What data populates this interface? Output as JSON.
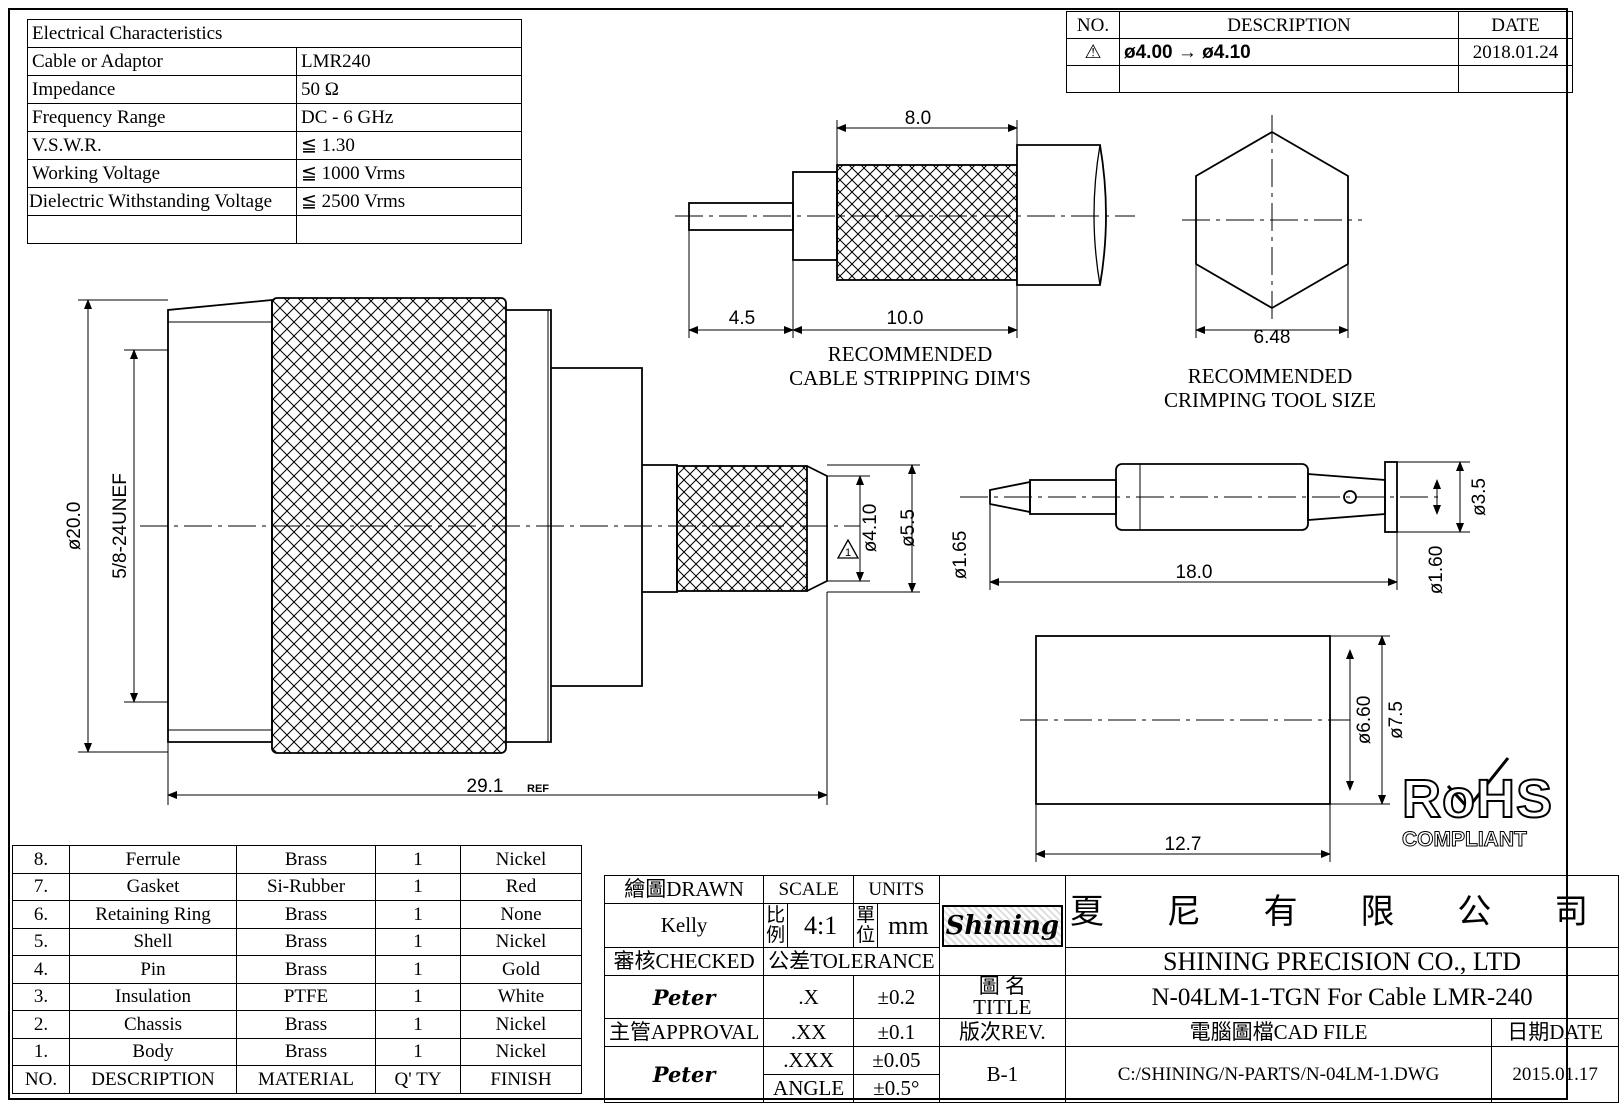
{
  "electrical": {
    "title": "Electrical Characteristics",
    "rows": [
      {
        "label": "Cable or Adaptor",
        "value": "LMR240"
      },
      {
        "label": "Impedance",
        "value": "50 Ω"
      },
      {
        "label": "Frequency Range",
        "value": "DC - 6 GHz"
      },
      {
        "label": "V.S.W.R.",
        "value": "≦ 1.30"
      },
      {
        "label": "Working Voltage",
        "value": "≦ 1000 Vrms"
      },
      {
        "label": "Dielectric Withstanding Voltage",
        "value": "≦ 2500 Vrms"
      }
    ]
  },
  "revision": {
    "headers": {
      "no": "NO.",
      "description": "DESCRIPTION",
      "date": "DATE"
    },
    "entry": {
      "symbol": "⚠",
      "description": "ø4.00 → ø4.10",
      "date": "2018.01.24"
    }
  },
  "dimensions": {
    "stripping": {
      "d1": "8.0",
      "d2": "4.5",
      "d3": "10.0"
    },
    "hex": "6.48",
    "main_dia": "ø20.0",
    "thread": "5/8-24UNEF",
    "length": "29.1",
    "length_note": "REF",
    "ferrule_inner": "ø4.10",
    "ferrule_outer": "ø5.5",
    "pin_tip": "ø1.65",
    "pin_length": "18.0",
    "pin_shoulder": "ø3.5",
    "pin_flange": "ø1.60",
    "crimp_inner": "ø6.60",
    "crimp_outer": "ø7.5",
    "crimp_length": "12.7",
    "rev_mark": "1"
  },
  "labels": {
    "stripping": [
      "RECOMMENDED",
      "CABLE STRIPPING DIM'S"
    ],
    "crimping": [
      "RECOMMENDED",
      "CRIMPING TOOL SIZE"
    ]
  },
  "rohs": {
    "mark": "RoHS",
    "sub": "COMPLIANT"
  },
  "bom": {
    "headers": {
      "no": "NO.",
      "description": "DESCRIPTION",
      "material": "MATERIAL",
      "qty": "Q' TY",
      "finish": "FINISH"
    },
    "rows": [
      {
        "no": "8.",
        "description": "Ferrule",
        "material": "Brass",
        "qty": "1",
        "finish": "Nickel"
      },
      {
        "no": "7.",
        "description": "Gasket",
        "material": "Si-Rubber",
        "qty": "1",
        "finish": "Red"
      },
      {
        "no": "6.",
        "description": "Retaining Ring",
        "material": "Brass",
        "qty": "1",
        "finish": "None"
      },
      {
        "no": "5.",
        "description": "Shell",
        "material": "Brass",
        "qty": "1",
        "finish": "Nickel"
      },
      {
        "no": "4.",
        "description": "Pin",
        "material": "Brass",
        "qty": "1",
        "finish": "Gold"
      },
      {
        "no": "3.",
        "description": "Insulation",
        "material": "PTFE",
        "qty": "1",
        "finish": "White"
      },
      {
        "no": "2.",
        "description": "Chassis",
        "material": "Brass",
        "qty": "1",
        "finish": "Nickel"
      },
      {
        "no": "1.",
        "description": "Body",
        "material": "Brass",
        "qty": "1",
        "finish": "Nickel"
      }
    ]
  },
  "title_block": {
    "drawn_label": "繪圖DRAWN",
    "drawn_by": "Kelly",
    "scale_label": "SCALE",
    "units_label": "UNITS",
    "scale_prefix": "比例",
    "scale": "4:1",
    "units_prefix": "單位",
    "units": "mm",
    "checked_label": "審核CHECKED",
    "checked_by": "Peter",
    "tolerance_label": "公差TOLERANCE",
    "approval_label": "主管APPROVAL",
    "approved_by": "Peter",
    "tolerances": [
      {
        "key": ".X",
        "value": "±0.2"
      },
      {
        "key": ".XX",
        "value": "±0.1"
      },
      {
        "key": ".XXX",
        "value": "±0.05"
      },
      {
        "key": "ANGLE",
        "value": "±0.5°"
      }
    ],
    "logo": "Shining",
    "company_cn": "夏 尼 有 限 公 司",
    "company_en": "SHINING PRECISION CO., LTD",
    "title_label_cn": "圖 名",
    "title_label_en": "TITLE",
    "title": "N-04LM-1-TGN For Cable LMR-240",
    "rev_label": "版次REV.",
    "rev": "B-1",
    "cad_label": "電腦圖檔CAD FILE",
    "cad_file": "C:/SHINING/N-PARTS/N-04LM-1.DWG",
    "date_label": "日期DATE",
    "date": "2015.01.17"
  }
}
